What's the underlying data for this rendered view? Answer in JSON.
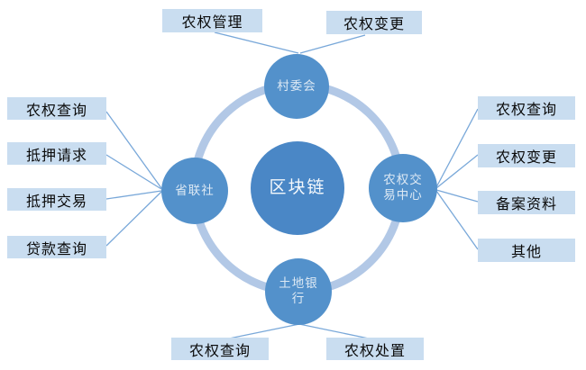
{
  "diagram": {
    "center": {
      "label": "区块链"
    },
    "nodes": {
      "top": {
        "label": "村委会"
      },
      "left": {
        "label": "省联社"
      },
      "right": {
        "label": "农权交易中心"
      },
      "bottom": {
        "label": "土地银行"
      }
    },
    "boxes": {
      "top": [
        "农权管理",
        "农权变更"
      ],
      "left": [
        "农权查询",
        "抵押请求",
        "抵押交易",
        "贷款查询"
      ],
      "right": [
        "农权查询",
        "农权变更",
        "备案资料",
        "其他"
      ],
      "bottom": [
        "农权查询",
        "农权处置"
      ]
    },
    "colors": {
      "center_circle": "#4a87c6",
      "satellite_circle": "#5391cb",
      "ring": "#b2c8e6",
      "box_fill": "#c9ddf0",
      "connector_line": "#79a8d9",
      "box_text": "#0a0a0a",
      "circle_text": "#ffffff"
    }
  }
}
